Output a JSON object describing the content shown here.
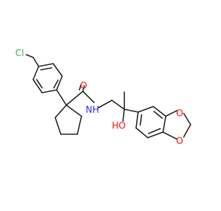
{
  "molecule": {
    "atom_labels": [
      {
        "id": "cl",
        "text": "Cl",
        "color": "#3cb043"
      },
      {
        "id": "o_carbonyl",
        "text": "O",
        "color": "#ff0d0d"
      },
      {
        "id": "nh",
        "text": "NH",
        "color": "#2d2dff"
      },
      {
        "id": "ho",
        "text": "HO",
        "color": "#ff0d0d"
      },
      {
        "id": "o_ring1",
        "text": "O",
        "color": "#ff0d0d"
      },
      {
        "id": "o_ring2",
        "text": "O",
        "color": "#ff0d0d"
      }
    ],
    "bond_color": "#1a1a1a"
  }
}
